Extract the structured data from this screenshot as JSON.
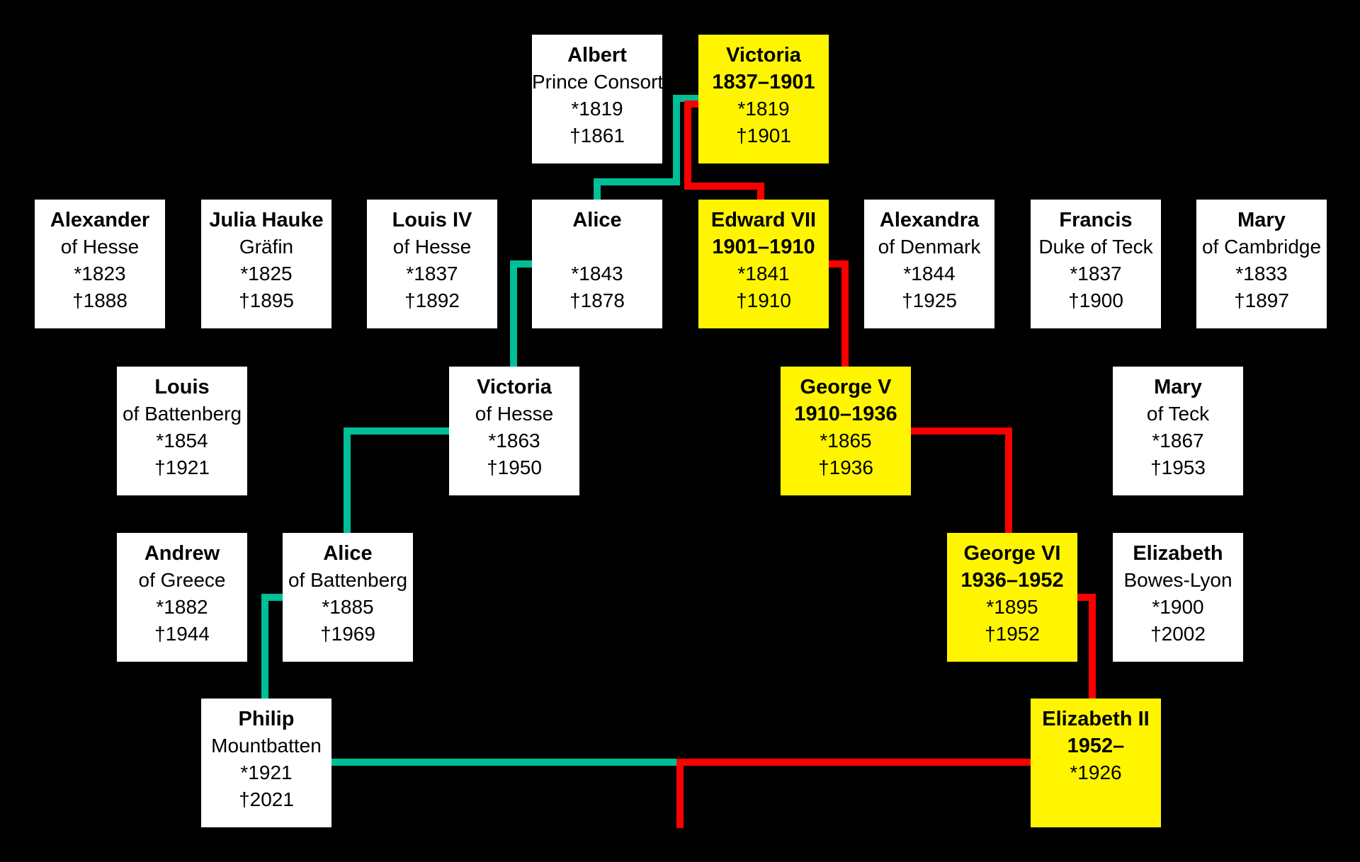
{
  "colors": {
    "background": "#000000",
    "box_default": "#ffffff",
    "box_monarch": "#fff500",
    "line_paternal": "#00be96",
    "line_royal": "#fa0000",
    "text": "#000000"
  },
  "persons": [
    {
      "id": "albert",
      "name": "Albert",
      "line2": "Prince Consort",
      "born": "*1819",
      "died": "†1861",
      "monarch": false
    },
    {
      "id": "victoria",
      "name": "Victoria",
      "line2": "1837–1901",
      "born": "*1819",
      "died": "†1901",
      "monarch": true
    },
    {
      "id": "alexander-of-hesse",
      "name": "Alexander",
      "line2": "of Hesse",
      "born": "*1823",
      "died": "†1888",
      "monarch": false
    },
    {
      "id": "julia-hauke",
      "name": "Julia Hauke",
      "line2": "Gräfin",
      "born": "*1825",
      "died": "†1895",
      "monarch": false
    },
    {
      "id": "louis-iv-of-hesse",
      "name": "Louis IV",
      "line2": "of Hesse",
      "born": "*1837",
      "died": "†1892",
      "monarch": false
    },
    {
      "id": "alice",
      "name": "Alice",
      "line2": "",
      "born": "*1843",
      "died": "†1878",
      "monarch": false
    },
    {
      "id": "edward-vii",
      "name": "Edward VII",
      "line2": "1901–1910",
      "born": "*1841",
      "died": "†1910",
      "monarch": true
    },
    {
      "id": "alexandra-of-denmark",
      "name": "Alexandra",
      "line2": "of Denmark",
      "born": "*1844",
      "died": "†1925",
      "monarch": false
    },
    {
      "id": "francis-duke-of-teck",
      "name": "Francis",
      "line2": "Duke of Teck",
      "born": "*1837",
      "died": "†1900",
      "monarch": false
    },
    {
      "id": "mary-of-cambridge",
      "name": "Mary",
      "line2": "of Cambridge",
      "born": "*1833",
      "died": "†1897",
      "monarch": false
    },
    {
      "id": "louis-of-battenberg",
      "name": "Louis",
      "line2": "of Battenberg",
      "born": "*1854",
      "died": "†1921",
      "monarch": false
    },
    {
      "id": "victoria-of-hesse",
      "name": "Victoria",
      "line2": "of Hesse",
      "born": "*1863",
      "died": "†1950",
      "monarch": false
    },
    {
      "id": "george-v",
      "name": "George V",
      "line2": "1910–1936",
      "born": "*1865",
      "died": "†1936",
      "monarch": true
    },
    {
      "id": "mary-of-teck",
      "name": "Mary",
      "line2": "of Teck",
      "born": "*1867",
      "died": "†1953",
      "monarch": false
    },
    {
      "id": "andrew-of-greece",
      "name": "Andrew",
      "line2": "of Greece",
      "born": "*1882",
      "died": "†1944",
      "monarch": false
    },
    {
      "id": "alice-of-battenberg",
      "name": "Alice",
      "line2": "of Battenberg",
      "born": "*1885",
      "died": "†1969",
      "monarch": false
    },
    {
      "id": "george-vi",
      "name": "George VI",
      "line2": "1936–1952",
      "born": "*1895",
      "died": "†1952",
      "monarch": true
    },
    {
      "id": "elizabeth-bowes-lyon",
      "name": "Elizabeth",
      "line2": "Bowes-Lyon",
      "born": "*1900",
      "died": "†2002",
      "monarch": false
    },
    {
      "id": "philip",
      "name": "Philip",
      "line2": "Mountbatten",
      "born": "*1921",
      "died": "†2021",
      "monarch": false
    },
    {
      "id": "elizabeth-ii",
      "name": "Elizabeth II",
      "line2": "1952–",
      "born": "*1926",
      "died": "",
      "monarch": true
    }
  ]
}
